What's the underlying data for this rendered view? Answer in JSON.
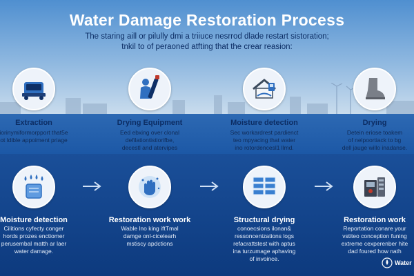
{
  "header": {
    "title": "Water Damage Restoration Process",
    "subtitle_line1": "The staring aill or pilully dmi a triiuce nesrrod dlade restart sistoration;",
    "subtitle_line2": "tnkil to of peraoned atfting that the crear reasion:"
  },
  "top_steps": [
    {
      "label": "Extraction",
      "desc_line1": "iorinymiformorpport that5e",
      "desc_line2": "ot ldible appoiment priage",
      "icon": "extraction-pump-icon"
    },
    {
      "label": "Drying Equipment",
      "desc_line1": "Eed ebxing over clonal",
      "desc_line2": "defilationtistiorifbe,",
      "desc_line3": "decestl and atervipes",
      "icon": "drying-equipment-icon"
    },
    {
      "label": "Moisture detection",
      "desc_line1": "Sec workardrest pardienct",
      "desc_line2": "teo mpyacing that water",
      "desc_line3": "ino rotordencesl1 llmd.",
      "icon": "house-detection-icon"
    },
    {
      "label": "Drying",
      "desc_line1": "Detein eriose toakem",
      "desc_line2": "of nelpoortiack to bg",
      "desc_line3": "dell jauge willo inadanse.",
      "icon": "boot-drying-icon"
    }
  ],
  "bottom_steps": [
    {
      "label": "Moisture detection",
      "desc_line1": "Cilitions cyfecty conger",
      "desc_line2": "hords prozes enctiomer",
      "desc_line3": "perusembal matth ar laer",
      "desc_line4": "water damage.",
      "icon": "water-drops-icon"
    },
    {
      "label": "Restoration work work",
      "desc_line1": "Wable lno king iftTmal",
      "desc_line2": "damge onl-cicelearh",
      "desc_line3": "mstiscy apdctions",
      "icon": "hand-water-icon"
    },
    {
      "label": "Structural drying",
      "desc_line1": "conoecsions ilonan&",
      "desc_line2": "ressoncenizations logs",
      "desc_line3": "refacrattstest with aptus",
      "desc_line4": "ina turzumage aphaving",
      "desc_line5": "of invoince.",
      "icon": "bricks-icon"
    },
    {
      "label": "Restoration work",
      "desc_line1": "Reportation conare your",
      "desc_line2": "vstiteo conception funing",
      "desc_line3": "extreme cexperenber hite",
      "desc_line4": "dad foured how nath",
      "icon": "machine-icon"
    }
  ],
  "watermark": {
    "text": "Water"
  },
  "colors": {
    "accent": "#1a4f99",
    "title": "#ffffff",
    "icon_blue": "#2f6fc0"
  }
}
